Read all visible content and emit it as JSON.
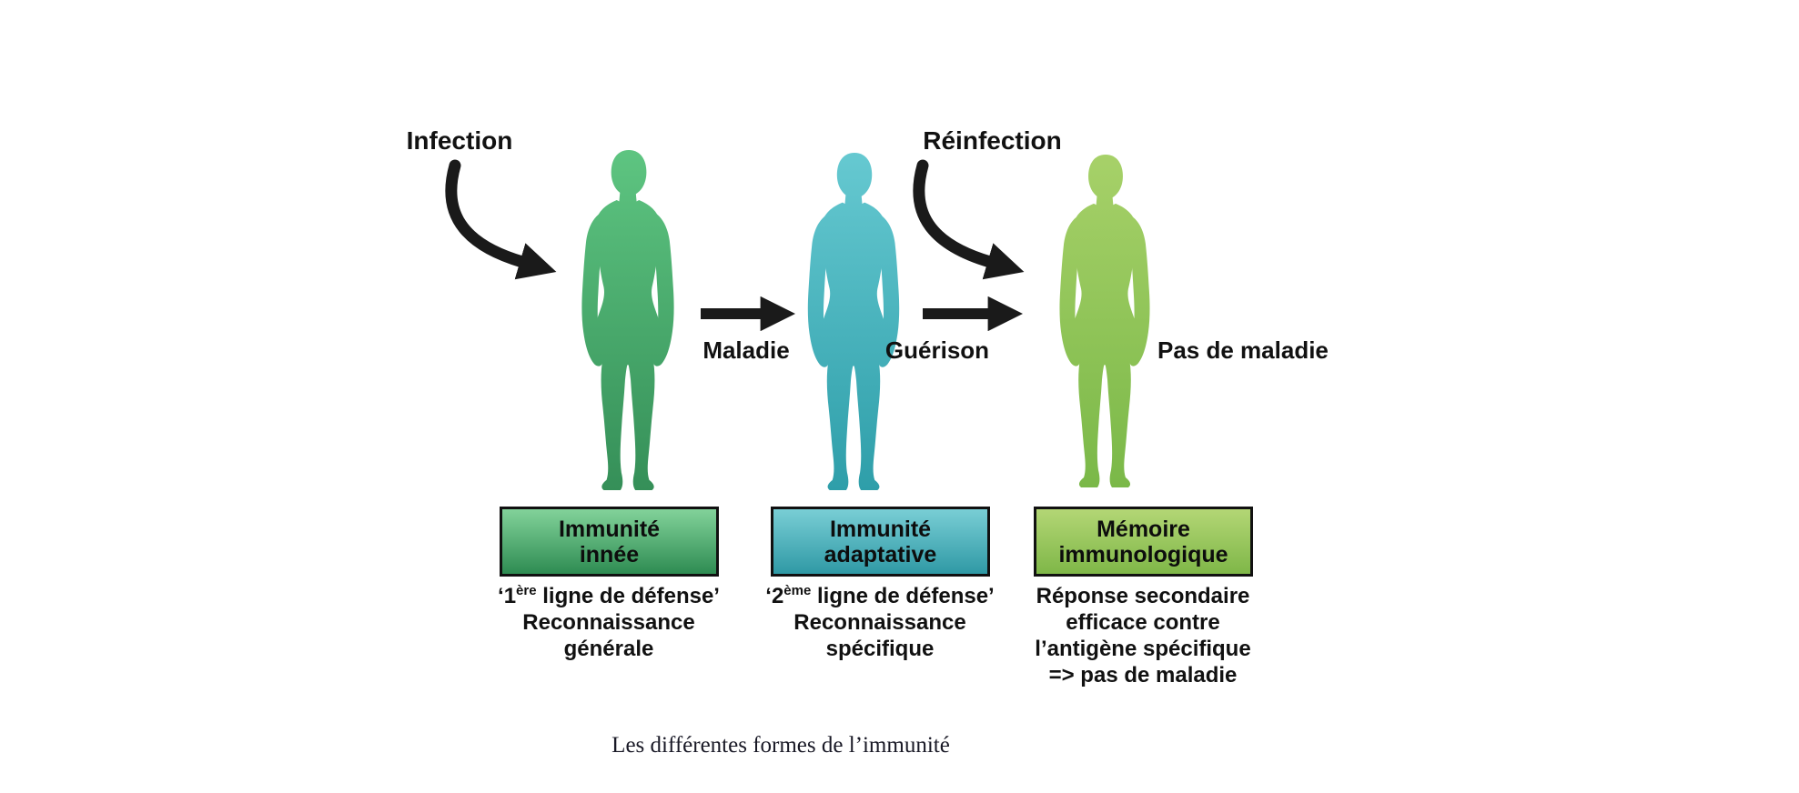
{
  "caption": "Les différentes formes de l’immunité",
  "labels": {
    "infection": "Infection",
    "reinfection": "Réinfection",
    "maladie": "Maladie",
    "guerison": "Guérison",
    "pas_de_maladie": "Pas de maladie"
  },
  "colors": {
    "background": "#ffffff",
    "arrow": "#1a1a1a",
    "text": "#111111",
    "caption_text": "#191926"
  },
  "stages": [
    {
      "name": "immunite-innee",
      "figure_top": "#5EC581",
      "figure_bottom": "#358F58",
      "box_top": "#82D29A",
      "box_bottom": "#2E8C52",
      "box_line1": "Immunité",
      "box_line2": "innée",
      "note_line1_pre": "‘1",
      "note_line1_sup": "ère",
      "note_line1_post": " ligne de défense’",
      "note_line2": "Reconnaissance",
      "note_line3": "générale",
      "note_line4": ""
    },
    {
      "name": "immunite-adaptative",
      "figure_top": "#66C9D1",
      "figure_bottom": "#2E9EA9",
      "box_top": "#79CED5",
      "box_bottom": "#2F99A5",
      "box_line1": "Immunité",
      "box_line2": "adaptative",
      "note_line1_pre": "‘2",
      "note_line1_sup": "ème",
      "note_line1_post": " ligne de défense’",
      "note_line2": "Reconnaissance",
      "note_line3": "spécifique",
      "note_line4": ""
    },
    {
      "name": "memoire-immunologique",
      "figure_top": "#A7D169",
      "figure_bottom": "#7AB848",
      "box_top": "#B3D675",
      "box_bottom": "#7FB748",
      "box_line1": "Mémoire",
      "box_line2": "immunologique",
      "note_line1_pre": "Réponse secondaire",
      "note_line1_sup": "",
      "note_line1_post": "",
      "note_line2": "efficace contre",
      "note_line3": "l’antigène spécifique",
      "note_line4": "=> pas de maladie"
    }
  ]
}
